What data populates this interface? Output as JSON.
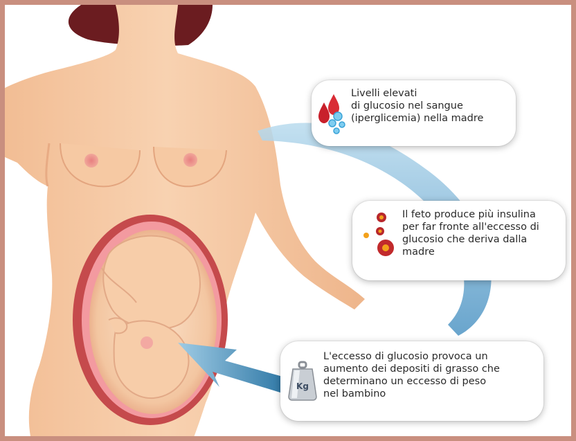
{
  "callouts": {
    "hyperglycemia": {
      "text": "Livelli elevati\ndi glucosio nel sangue\n(iperglicemia) nella madre",
      "icon": "blood-drops-glucose-icon"
    },
    "fetal_insulin": {
      "text": "Il feto produce più insulina\nper far fronte all'eccesso di\nglucosio che deriva dalla\nmadre",
      "icon": "insulin-dots-icon"
    },
    "fat_deposits": {
      "text": "L'eccesso di glucosio provoca un\naumento dei depositi di grasso che\ndeterminano un eccesso di peso\nnel bambino",
      "icon": "kg-weight-icon",
      "weight_label": "Kg"
    }
  },
  "colors": {
    "frame": "#c98f7f",
    "skin": "#f6c9a3",
    "hair": "#6b1c20",
    "flow_arrow": "#7bb6d6",
    "arrow_dark": "#2f78a6"
  }
}
